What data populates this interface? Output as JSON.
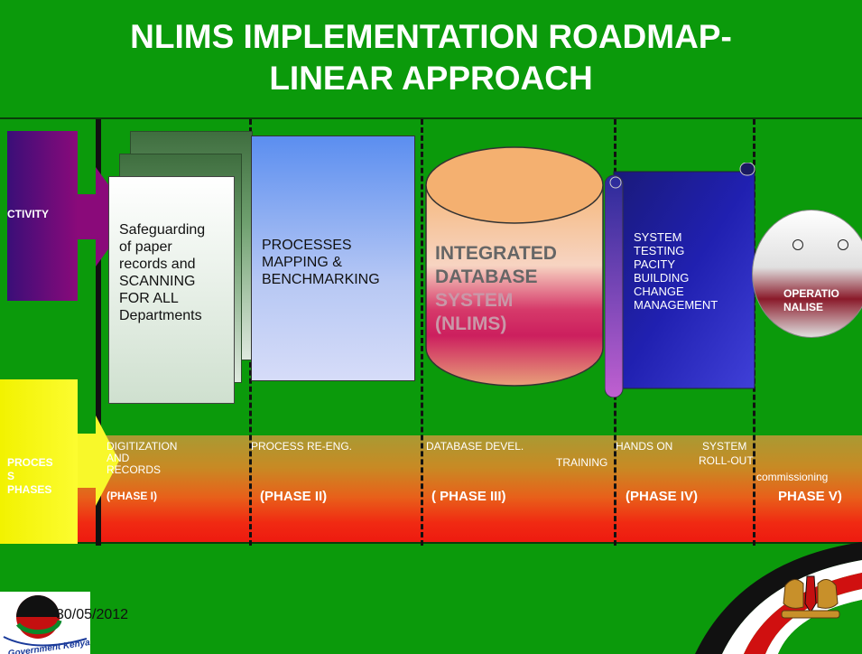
{
  "title": {
    "line1": "NLIMS  IMPLEMENTATION ROADMAP-",
    "line2": "LINEAR APPROACH"
  },
  "rows": {
    "activity_label": "CTIVITY",
    "process_label_1": "PROCES",
    "process_label_2": "S",
    "process_label_3": "PHASES"
  },
  "activities": [
    {
      "text": [
        "Safeguarding",
        "of paper",
        "records and",
        "SCANNING",
        "FOR ALL",
        "Departments"
      ]
    },
    {
      "text": [
        "PROCESSES",
        "MAPPING &",
        "BENCHMARKING"
      ]
    },
    {
      "text": [
        "INTEGRATED",
        "DATABASE",
        "SYSTEM",
        "(NLIMS)"
      ]
    },
    {
      "text": [
        "SYSTEM",
        "TESTING",
        "PACITY",
        "BUILDING",
        "CHANGE",
        "MANAGEMENT"
      ]
    },
    {
      "text": [
        "OPERATIO",
        "NALISE"
      ]
    }
  ],
  "phases": [
    {
      "desc1": "DIGITIZATION",
      "desc2": "AND",
      "desc3": "RECORDS",
      "label": "(PHASE I)"
    },
    {
      "desc1": "PROCESS RE-ENG.",
      "label": "(PHASE II)"
    },
    {
      "desc1": "DATABASE DEVEL.",
      "extra": "TRAINING",
      "label": "( PHASE III)"
    },
    {
      "desc1": "HANDS ON",
      "desc1b": "SYSTEM",
      "desc2": "ROLL-OUT",
      "label": "(PHASE IV)"
    },
    {
      "desc1": "commissioning",
      "label": "PHASE V)"
    }
  ],
  "footer": {
    "date": "30/05/2012",
    "logo_text": "Government Kenya"
  },
  "colors": {
    "background": "#0b9a0b",
    "title": "#ffffff",
    "accent_red": "#ee1a10"
  }
}
